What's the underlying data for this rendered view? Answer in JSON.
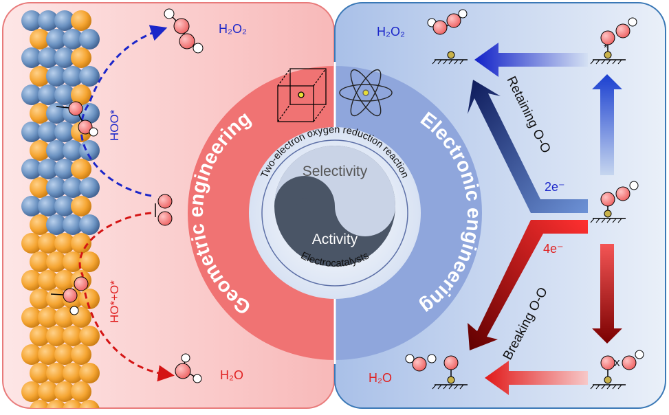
{
  "colors": {
    "left_panel_fill": "#fbd3d3",
    "left_panel_border": "#e87a7a",
    "right_panel_fill": "#dbe6f5",
    "right_panel_border": "#3a78b6",
    "geometric_ring": "#f07676",
    "electronic_ring": "#8fa7dc",
    "blue_text": "#1b26c9",
    "red_text": "#e02020",
    "orange_atom": "#f4a636",
    "blue_atom": "#6f95c4",
    "oxygen": "#f47c7c"
  },
  "left": {
    "h2o2_label": "H₂O₂",
    "hoo_label": "HOO*",
    "hoo_label_o_star": "HO*+O*",
    "h2o_label": "H₂O"
  },
  "center": {
    "geometric_label": "Geometric engineering",
    "electronic_label": "Electronic engineering",
    "ring_text": "Two-electron oxygen reduction reaction",
    "selectivity": "Selectivity",
    "activity": "Activity",
    "electrocatalysts": "Electrocatalysts"
  },
  "right": {
    "h2o2_label": "H₂O₂",
    "h2o_label": "H₂O",
    "two_e": "2e⁻",
    "four_e": "4e⁻",
    "retaining": "Retaining O-O",
    "breaking": "Breaking O-O"
  },
  "icons": [
    "crystal-cube-icon",
    "atom-icon",
    "yin-yang-icon",
    "oxygen-molecule-icon"
  ]
}
